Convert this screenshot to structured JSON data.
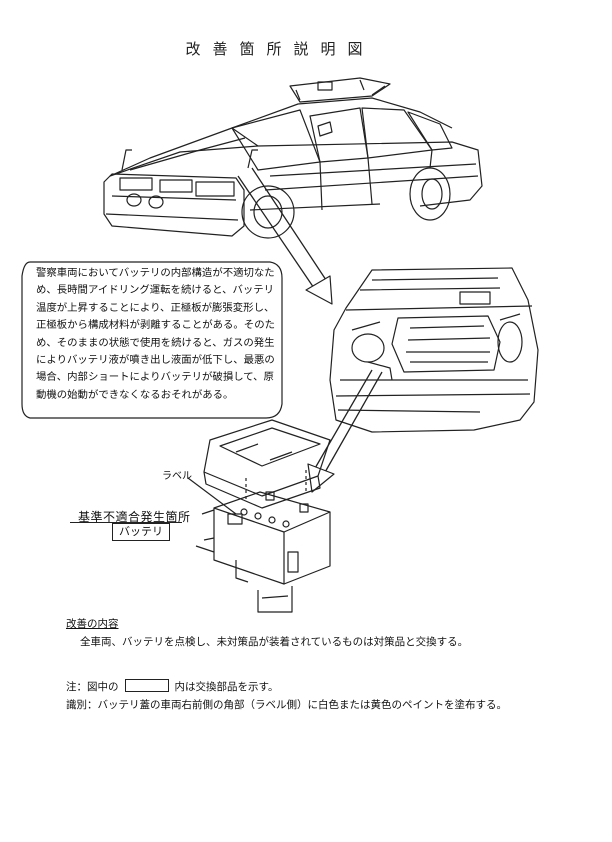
{
  "title": "改善箇所説明図",
  "callout": {
    "text": "警察車両においてバッテリの内部構造が不適切なため、長時間アイドリング運転を続けると、バッテリ温度が上昇することにより、正極板が膨張変形し、正極板から構成材料が剥離することがある。そのため、そのままの状態で使用を続けると、ガスの発生によりバッテリ液が噴き出し液面が低下し、最悪の場合、内部ショートによりバッテリが破損して、原動機の始動ができなくなるおそれがある。"
  },
  "diagram": {
    "label_name": "ラベル",
    "defect_location": "基準不適合発生箇所",
    "part": "バッテリ"
  },
  "improvement": {
    "heading": "改善の内容",
    "body": "全車両、バッテリを点検し、未対策品が装着されているものは対策品と交換する。"
  },
  "notes": {
    "note_prefix": "注：図中の",
    "note_suffix": "内は交換部品を示す。",
    "identification": "識別：バッテリ蓋の車両右前側の角部（ラベル側）に白色または黄色のペイントを塗布する。"
  }
}
